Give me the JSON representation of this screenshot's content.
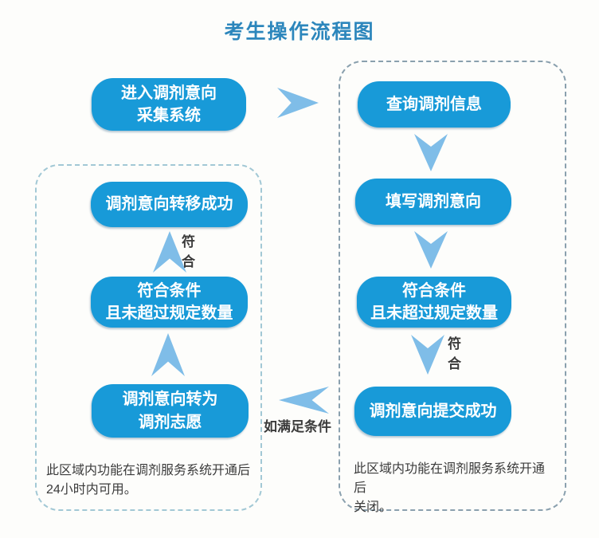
{
  "title": "考生操作流程图",
  "colors": {
    "node-blue": "#189ad8",
    "node-text": "#ffffff",
    "arrow-blue": "#7fbde8",
    "title-blue": "#2c86bc",
    "dash-left": "#a2c8d5",
    "dash-right": "#8aa0ae",
    "text-dark": "#3b3b3b",
    "bg": "#fdfdfb"
  },
  "start_node": {
    "label": "进入调剂意向\n采集系统"
  },
  "right_box": {
    "nodes": [
      {
        "label": "查询调剂信息"
      },
      {
        "label": "填写调剂意向"
      },
      {
        "label": "符合条件\n且未超过规定数量"
      },
      {
        "label": "调剂意向提交成功"
      }
    ],
    "note": "此区域内功能在调剂服务系统开通后\n关闭。"
  },
  "left_box": {
    "nodes": [
      {
        "label": "调剂意向转移成功"
      },
      {
        "label": "符合条件\n且未超过规定数量"
      },
      {
        "label": "调剂意向转为\n调剂志愿"
      }
    ],
    "note": "此区域内功能在调剂服务系统开通后\n24小时内可用。"
  },
  "arrow_labels": {
    "meet_to_submit": "符合",
    "meet_to_transfer": "符合",
    "submit_to_convert": "如满足条件"
  }
}
